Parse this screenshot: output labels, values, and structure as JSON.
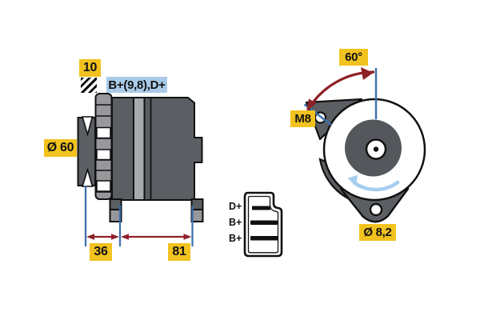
{
  "figure": {
    "type": "alternator-technical-drawing"
  },
  "side_view": {
    "belt_width_label": "10",
    "terminal_label": "B+(9,8),D+",
    "pulley_diameter_label": "Ø 60",
    "dimension_pulley_to_mount": "36",
    "dimension_mount_span": "81"
  },
  "connector": {
    "pin_labels": [
      "D+",
      "B+",
      "B+"
    ]
  },
  "front_view": {
    "mounting_angle_label": "60°",
    "thread_label": "M8",
    "mounting_hole_diameter_label": "Ø 8,2"
  },
  "icons": {
    "hatch_pattern": "hatch-pattern-icon",
    "rotation_arrow": "rotation-arrow-icon",
    "angle_arc_arrow": "angle-arc-arrow-icon"
  },
  "colors": {
    "highlight_yellow": "#F2C21E",
    "highlight_blue": "#A9CBE8",
    "dimension_red": "#8E2127",
    "reference_blue": "#3A6FAD",
    "rotation_arrow_blue": "#A5CDEE",
    "housing_gray": "#5B5E62",
    "band_gray": "#A8ABAE",
    "fan_gray": "#96989C",
    "rotor_gray": "#54575B"
  }
}
